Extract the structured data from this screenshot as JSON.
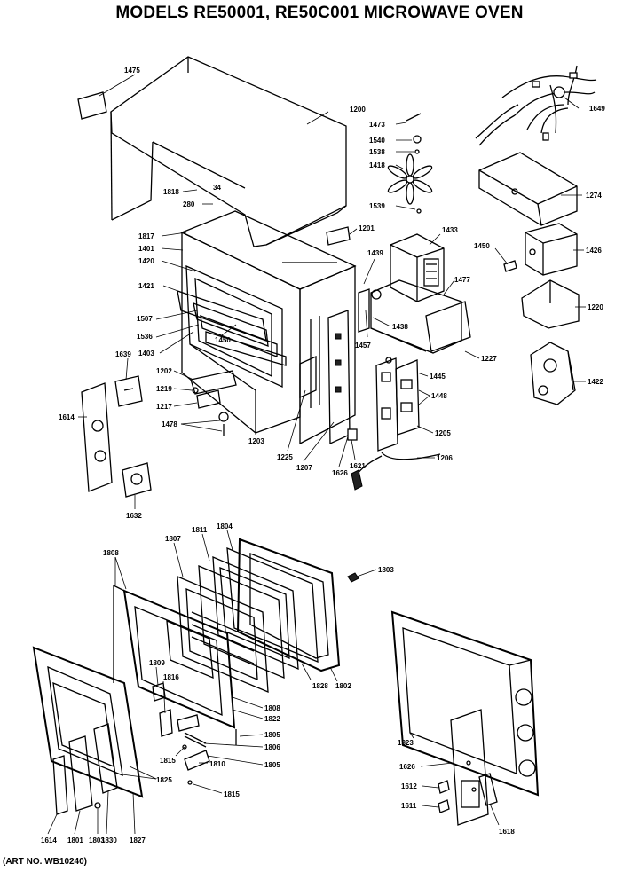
{
  "title": "MODELS RE50001, RE50C001 MICROWAVE OVEN",
  "art_no": "(ART NO. WB10240)",
  "labels": {
    "l1475": "1475",
    "l1200": "1200",
    "l1473": "1473",
    "l1540": "1540",
    "l1538": "1538",
    "l1418": "1418",
    "l1539": "1539",
    "l1649": "1649",
    "l1274": "1274",
    "l1818": "1818",
    "l34": "34",
    "l280": "280",
    "l1817": "1817",
    "l1401": "1401",
    "l1420": "1420",
    "l1201": "1201",
    "l1433": "1433",
    "l1450": "1450",
    "l1426": "1426",
    "l1421": "1421",
    "l1439": "1439",
    "l1477": "1477",
    "l1220": "1220",
    "l1507": "1507",
    "l1536": "1536",
    "l1450b": "1450",
    "l1438": "1438",
    "l1457": "1457",
    "l1227": "1227",
    "l1403": "1403",
    "l1639": "1639",
    "l1422": "1422",
    "l1202": "1202",
    "l1219": "1219",
    "l1445": "1445",
    "l1448": "1448",
    "l1217": "1217",
    "l1614": "1614",
    "l1478": "1478",
    "l1203": "1203",
    "l1205": "1205",
    "l1225": "1225",
    "l1207": "1207",
    "l1621": "1621",
    "l1206": "1206",
    "l1626": "1626",
    "l1632": "1632",
    "l1807": "1807",
    "l1811": "1811",
    "l1804": "1804",
    "l1808": "1808",
    "l1803": "1803",
    "l1809": "1809",
    "l1816": "1816",
    "l1828": "1828",
    "l1802": "1802",
    "l1808b": "1808",
    "l1822": "1822",
    "l1805": "1805",
    "l1806": "1806",
    "l1805b": "1805",
    "l1815": "1815",
    "l1810": "1810",
    "l1825": "1825",
    "l1815b": "1815",
    "l1823": "1823",
    "l1626b": "1626",
    "l1612": "1612",
    "l1611": "1611",
    "l1618": "1618",
    "l1614b": "1614",
    "l1801": "1801",
    "l1803b": "1803",
    "l1830": "1830",
    "l1827": "1827"
  }
}
